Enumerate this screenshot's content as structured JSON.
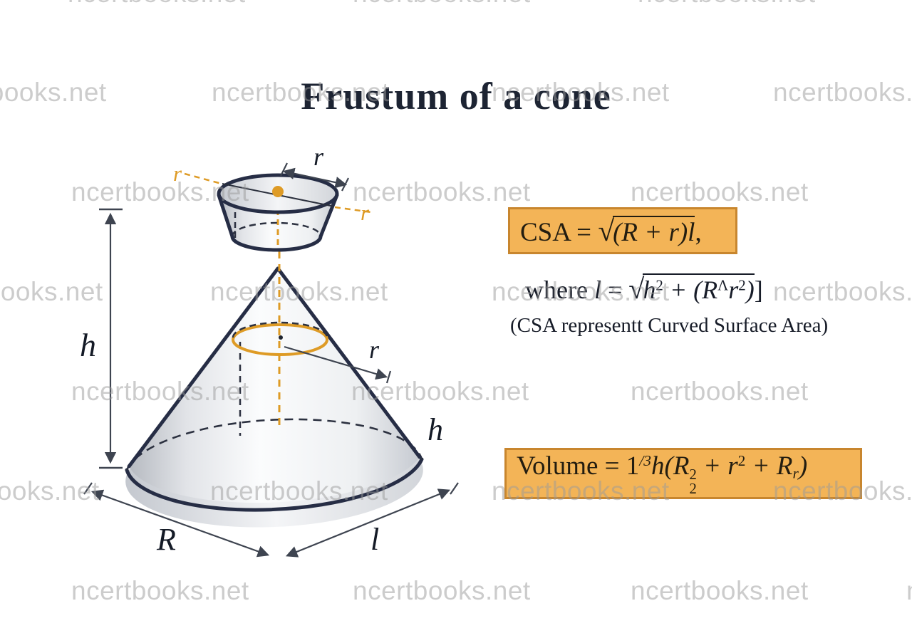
{
  "title": "Frustum of a cone",
  "colors": {
    "navy": "#262d45",
    "accent": "#de9b26",
    "box_fill": "#f3b457",
    "box_border": "#c8862e",
    "ink": "#1d2433",
    "watermark": "#9b9b9b",
    "arrow": "#3e4450"
  },
  "watermark": {
    "text": "ncertbooks.net",
    "positions": [
      [
        95,
        -30
      ],
      [
        495,
        -30
      ],
      [
        895,
        -30
      ],
      [
        -100,
        109
      ],
      [
        297,
        109
      ],
      [
        690,
        109
      ],
      [
        1085,
        109
      ],
      [
        100,
        249
      ],
      [
        495,
        249
      ],
      [
        885,
        249
      ],
      [
        -105,
        389
      ],
      [
        295,
        389
      ],
      [
        690,
        389
      ],
      [
        1085,
        389
      ],
      [
        100,
        529
      ],
      [
        493,
        529
      ],
      [
        885,
        529
      ],
      [
        -110,
        669
      ],
      [
        295,
        669
      ],
      [
        690,
        669
      ],
      [
        1085,
        669
      ],
      [
        100,
        809
      ],
      [
        495,
        809
      ],
      [
        885,
        809
      ],
      [
        1272,
        809
      ]
    ]
  },
  "formulas": {
    "csa": {
      "lhs": "CSA = ",
      "rad": "√",
      "body": "(R + r)l",
      "comma": ","
    },
    "where": {
      "w": "where ",
      "l": "l",
      "eq": " = ",
      "rad": "√",
      "b1": "h",
      "s1": "2",
      "b2": " + (R",
      "s2": "Λ",
      "b3": "r",
      "s3": "2",
      "b4": ")",
      "br": "]"
    },
    "note": "(CSA representt Curved Surface Area)",
    "volume": {
      "lhs": "Volume = 1",
      "exp": "/3",
      "h": "h(R",
      "rsup": "2",
      "rsub": "2",
      "mid": " + r",
      "sq": "2",
      "tail": " + R",
      "tailsub": "r",
      "close": ")"
    }
  },
  "diagram": {
    "labels": {
      "h_left": "h",
      "r_top": "r",
      "r_orange_left": "r",
      "r_orange_right": "r",
      "r_inner": "r",
      "h_right": "h",
      "R_base": "R",
      "l_slant": "l"
    }
  }
}
